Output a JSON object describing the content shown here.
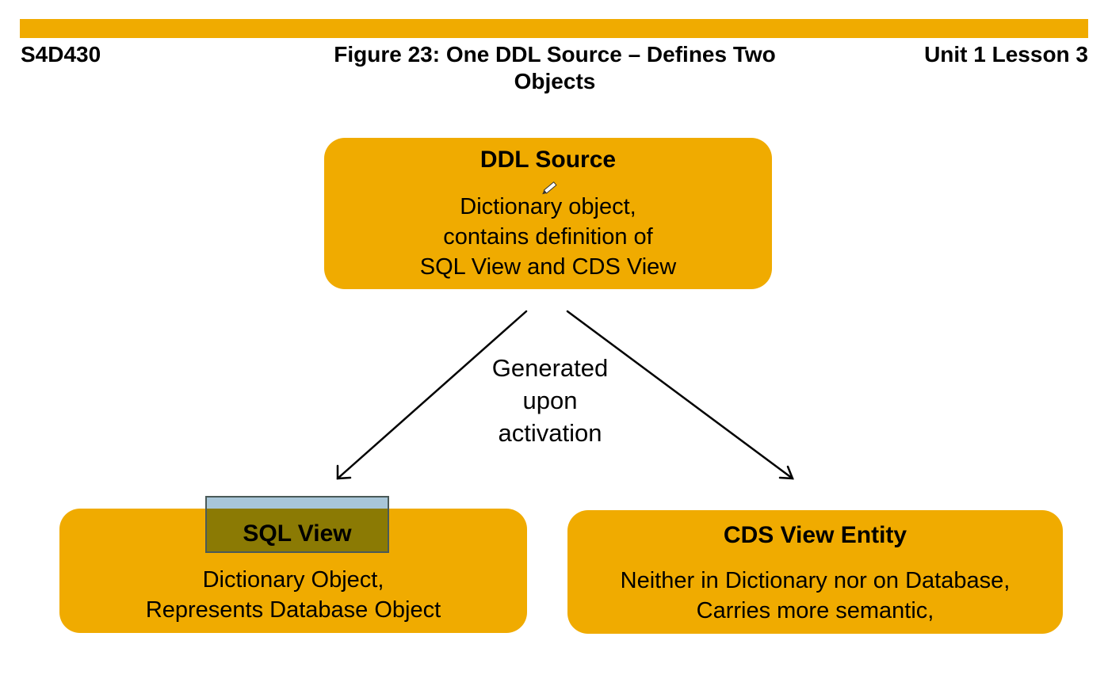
{
  "header": {
    "course": "S4D430",
    "figure_title_line1": "Figure 23: One DDL Source – Defines Two",
    "figure_title_line2": "Objects",
    "unit_lesson": "Unit 1 Lesson 3"
  },
  "diagram": {
    "ddl_source": {
      "title": "DDL Source",
      "lines": [
        "Dictionary object,",
        "contains definition of",
        "SQL View and CDS View"
      ]
    },
    "arrow_label": {
      "lines": [
        "Generated",
        "upon",
        "activation"
      ]
    },
    "sql_view": {
      "title": "SQL View",
      "lines": [
        "Dictionary Object,",
        "Represents Database Object"
      ]
    },
    "cds_view_entity": {
      "title": "CDS View Entity",
      "lines": [
        "Neither in Dictionary nor on Database,",
        "Carries more semantic,"
      ]
    }
  },
  "colors": {
    "accent": "#f0ab00",
    "highlight_fill": "#8b7a04",
    "highlight_strip": "#a8c6d8"
  },
  "icons": [
    "pencil-cursor-icon"
  ]
}
